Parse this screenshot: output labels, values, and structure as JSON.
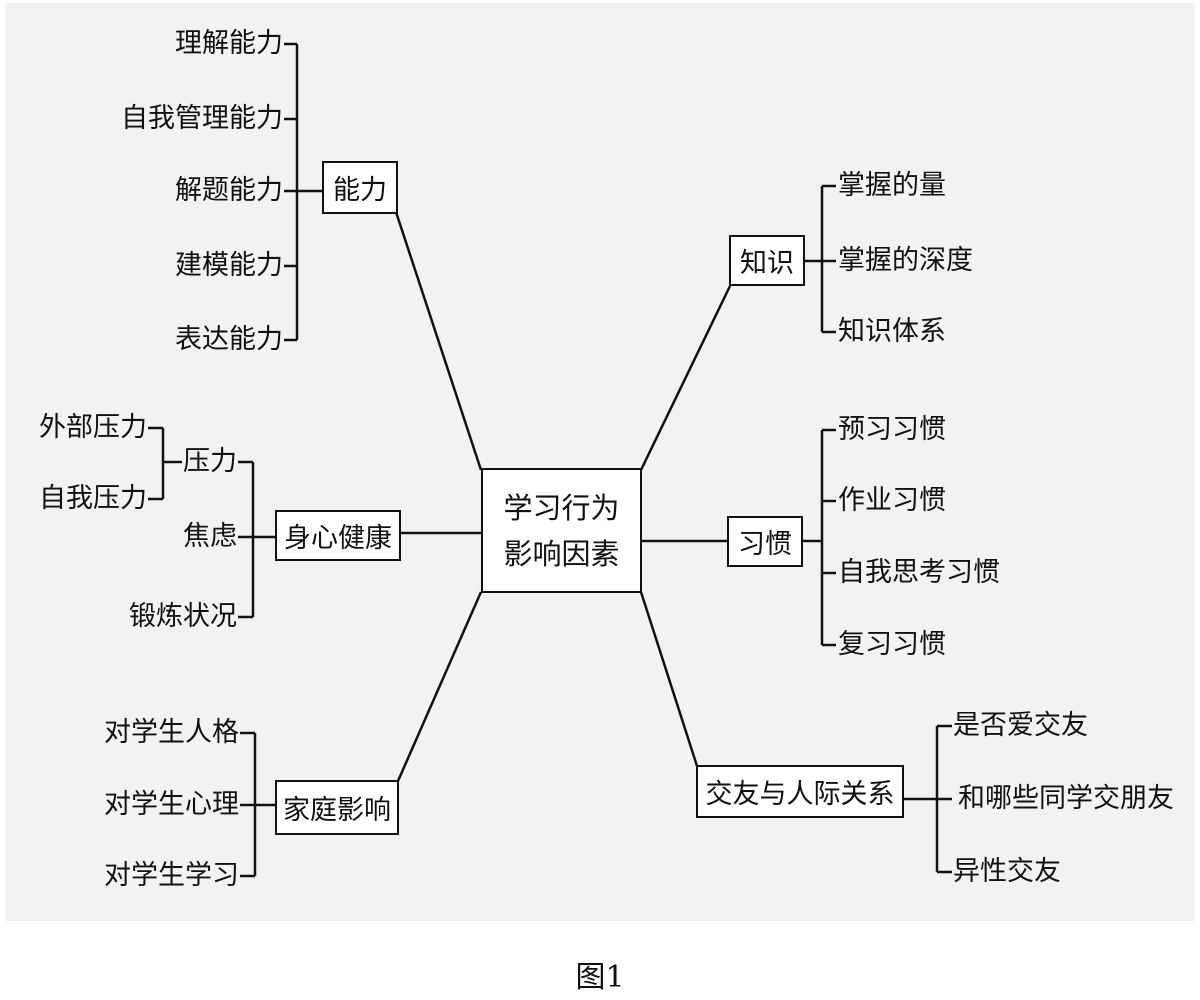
{
  "center": {
    "line1": "学习行为",
    "line2": "影响因素"
  },
  "caption": "图1",
  "branches": {
    "ability": {
      "label": "能力",
      "items": [
        "理解能力",
        "自我管理能力",
        "解题能力",
        "建模能力",
        "表达能力"
      ]
    },
    "health": {
      "label": "身心健康",
      "stress": {
        "label": "压力",
        "items": [
          "外部压力",
          "自我压力"
        ]
      },
      "items": [
        "焦虑",
        "锻炼状况"
      ]
    },
    "family": {
      "label": "家庭影响",
      "items": [
        "对学生人格",
        "对学生心理",
        "对学生学习"
      ]
    },
    "knowledge": {
      "label": "知识",
      "items": [
        "掌握的量",
        "掌握的深度",
        "知识体系"
      ]
    },
    "habit": {
      "label": "习惯",
      "items": [
        "预习习惯",
        "作业习惯",
        "自我思考习惯",
        "复习习惯"
      ]
    },
    "social": {
      "label": "交友与人际关系",
      "items": [
        "是否爱交友",
        "和哪些同学交朋友",
        "异性交友"
      ]
    }
  }
}
